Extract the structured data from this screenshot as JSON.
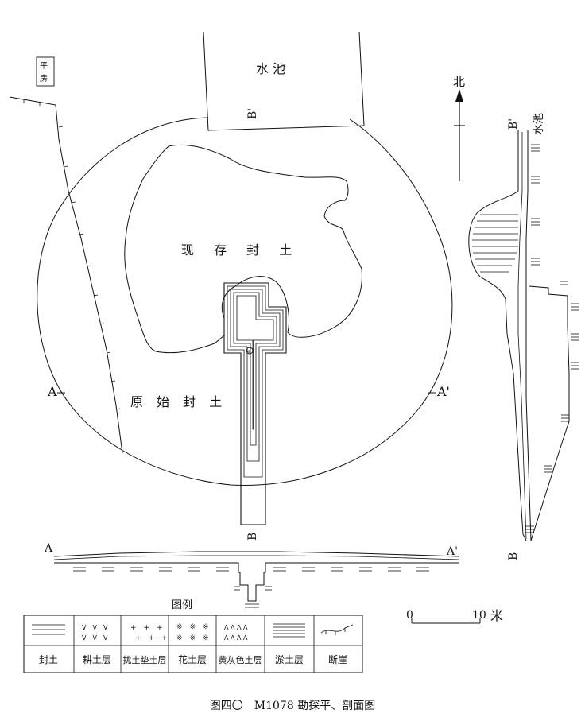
{
  "plan": {
    "pool": "水 池",
    "house": "平房",
    "current_mound": "现 存 封 土",
    "original_mound": "原 始 封 土",
    "section_a_left": "A",
    "section_a_right": "A'",
    "section_b_top": "B'",
    "section_b_bottom": "B",
    "north": "北"
  },
  "profile_b": {
    "pool": "水池",
    "top": "B'",
    "bottom": "B"
  },
  "profile_a": {
    "left": "A",
    "right": "A'"
  },
  "scale": {
    "zero": "0",
    "ten": "10",
    "unit": "米"
  },
  "legend": {
    "title": "图例",
    "items": [
      {
        "label": "封土"
      },
      {
        "label": "耕土层"
      },
      {
        "label": "扰土垫土层"
      },
      {
        "label": "花土层"
      },
      {
        "label": "黄灰色土层"
      },
      {
        "label": "淤土层"
      },
      {
        "label": "断崖"
      }
    ]
  },
  "caption": "图四〇　M1078 勘探平、剖面图"
}
